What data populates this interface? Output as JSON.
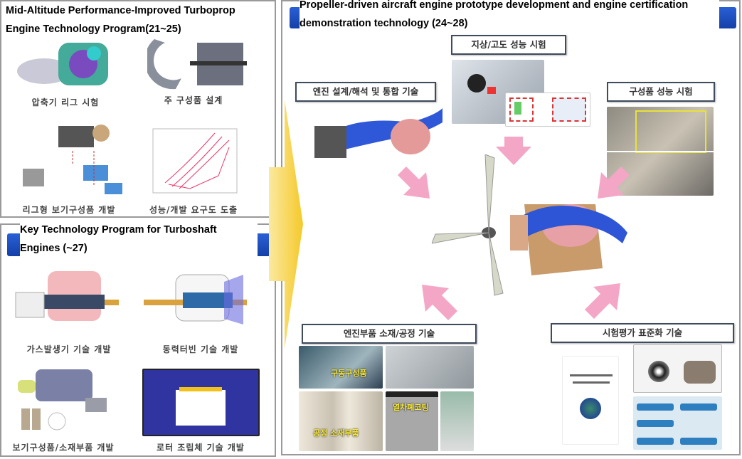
{
  "turboprop_panel": {
    "title": "Mid-Altitude Performance-Improved Turboprop Engine Technology Program(21~25)",
    "captions": [
      "압축기 리그 시험",
      "주 구성품 설계",
      "리그형 보기구성품 개발",
      "성능/개발 요구도 도출"
    ]
  },
  "turboshaft_panel": {
    "title": "Key Technology Program for Turboshaft Engines (~27)",
    "captions": [
      "가스발생기 기술 개발",
      "동력터빈 기술 개발",
      "보기구성품/소재부품 개발",
      "로터 조립체 기술 개발"
    ]
  },
  "propeller_panel": {
    "title": "Propeller-driven aircraft engine prototype development and engine certification demonstration technology (24~28)",
    "boxes": {
      "ground_altitude": "지상/고도 성능 시험",
      "engine_design": "엔진 설계/해석 및 통합 기술",
      "component_test": "구성품 성능 시험",
      "materials": "엔진부품 소재/공정 기술",
      "standardization": "시험평가 표준화 기술"
    },
    "photo_labels": [
      "구동구성품",
      "열차폐코팅",
      "공정 소재부품"
    ]
  },
  "colors": {
    "accent_blue": "#1f4fc4",
    "arrow_pink": "#f4a6c6",
    "arrow_yellow": "#f7d44a"
  }
}
